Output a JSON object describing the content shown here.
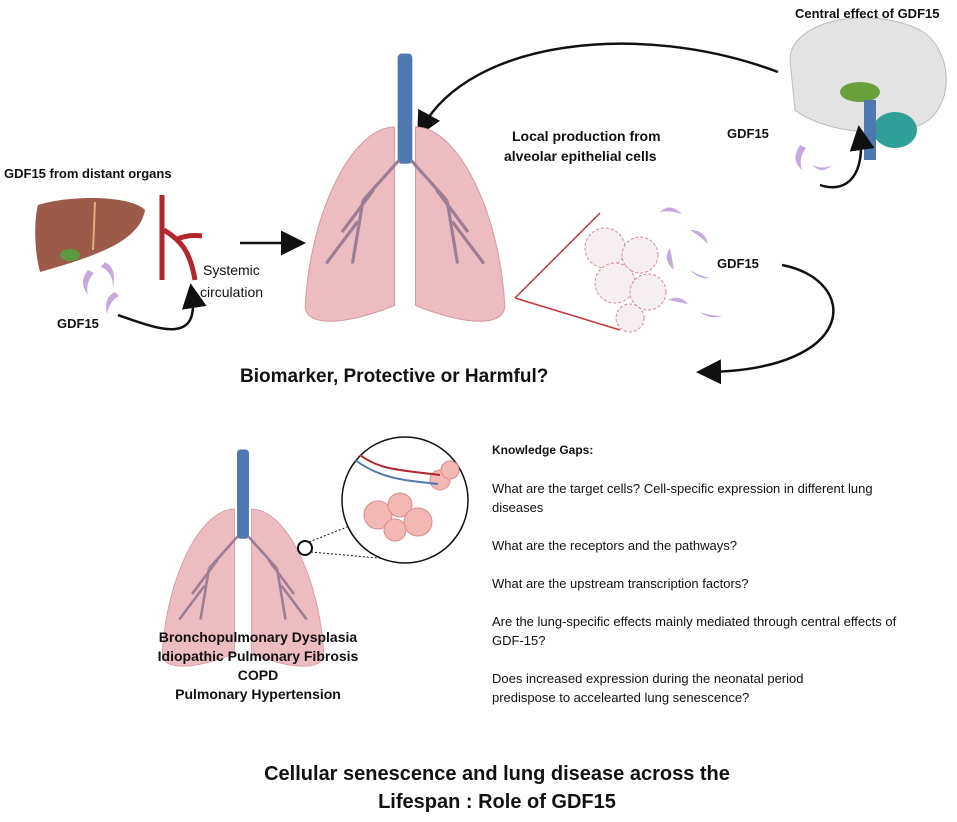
{
  "labels": {
    "central_effect": "Central effect of GDF15",
    "gdf15_brain": "GDF15",
    "distant_organs": "GDF15 from distant organs",
    "systemic_line1": "Systemic",
    "systemic_line2": "circulation",
    "gdf15_liver": "GDF15",
    "local_line1": "Local production from",
    "local_line2": "alveolar epithelial cells",
    "gdf15_local": "GDF15",
    "question": "Biomarker, Protective or Harmful?"
  },
  "diseases": [
    "Bronchopulmonary Dysplasia",
    "Idiopathic Pulmonary Fibrosis",
    "COPD",
    "Pulmonary Hypertension"
  ],
  "knowledge_gaps": {
    "heading": "Knowledge Gaps:",
    "items": [
      "What are the target cells? Cell-specific expression in different lung diseases",
      "What are the receptors and the pathways?",
      "What are the upstream transcription factors?",
      "Are the lung-specific effects mainly mediated through central effects of GDF-15?",
      "Does increased expression during the neonatal period predispose to accelearted lung senescence?"
    ]
  },
  "title": {
    "line1": "Cellular senescence and  lung disease across the",
    "line2": "Lifespan : Role of GDF15"
  },
  "colors": {
    "lung": "#e8b4b8",
    "trachea": "#4f78b0",
    "liver": "#9c5a48",
    "vessel": "#b2262c",
    "gdf15": "#c9a7e0",
    "brain": "#d9d9d9"
  }
}
